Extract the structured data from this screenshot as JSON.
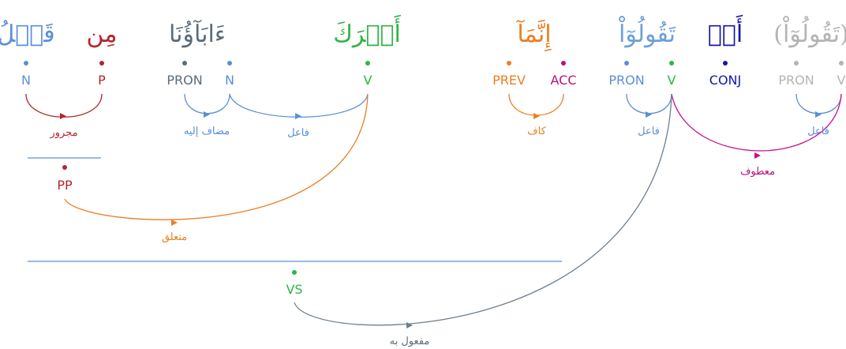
{
  "colors": {
    "noun": "#5b8fd6",
    "noun_light": "#6d9fd8",
    "prep": "#b3262e",
    "pron": "#5a6c7a",
    "verb": "#2db545",
    "prev": "#ea7f23",
    "acc": "#b5137e",
    "conj": "#1515a8",
    "hidden": "#b4b4b4",
    "slate": "#6c7f91",
    "magenta": "#c8108c"
  },
  "words": [
    {
      "text": "قَبۡلُ",
      "color_key": "noun"
    },
    {
      "text": "مِن",
      "color_key": "prep"
    },
    {
      "text": "ءَابَآؤُنَا",
      "color_key": "pron"
    },
    {
      "text": "أَشۡرَكَ",
      "color_key": "verb"
    },
    {
      "text": "إِنَّمَآ",
      "color_key": "prev"
    },
    {
      "text": "تَقُولُوٓاْ",
      "color_key": "noun_light"
    },
    {
      "text": "أَوۡ",
      "color_key": "conj"
    },
    {
      "text": "(تَقُولُوٓاْ)",
      "color_key": "hidden"
    }
  ],
  "tags": [
    {
      "text": "N",
      "color_key": "noun"
    },
    {
      "text": "P",
      "color_key": "prep"
    },
    {
      "text": "PRON",
      "color_key": "pron"
    },
    {
      "text": "N",
      "color_key": "noun"
    },
    {
      "text": "V",
      "color_key": "verb"
    },
    {
      "text": "PREV",
      "color_key": "prev"
    },
    {
      "text": "ACC",
      "color_key": "acc"
    },
    {
      "text": "PRON",
      "color_key": "noun"
    },
    {
      "text": "V",
      "color_key": "verb"
    },
    {
      "text": "CONJ",
      "color_key": "conj"
    },
    {
      "text": "PRON",
      "color_key": "hidden"
    },
    {
      "text": "V",
      "color_key": "hidden"
    }
  ],
  "phrase_tags": [
    {
      "text": "PP",
      "color_key": "prep"
    },
    {
      "text": "VS",
      "color_key": "verb"
    }
  ],
  "relations": [
    {
      "label": "مجرور",
      "color_key": "prep"
    },
    {
      "label": "مضاف إليه",
      "color_key": "noun"
    },
    {
      "label": "فاعل",
      "color_key": "noun"
    },
    {
      "label": "كاف",
      "color_key": "prev"
    },
    {
      "label": "فاعل",
      "color_key": "noun"
    },
    {
      "label": "فاعل",
      "color_key": "noun"
    },
    {
      "label": "معطوف",
      "color_key": "acc"
    },
    {
      "label": "متعلق",
      "color_key": "prev"
    },
    {
      "label": "مفعول به",
      "color_key": "pron"
    }
  ]
}
